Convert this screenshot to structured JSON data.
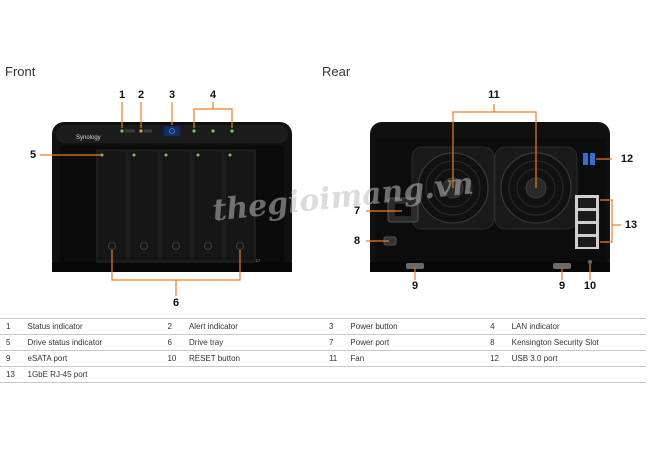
{
  "headings": {
    "front": "Front",
    "rear": "Rear"
  },
  "device": {
    "brand": "Synology",
    "model": "DX517"
  },
  "watermark": "thegioimang.vn",
  "callouts": {
    "n1": "1",
    "n2": "2",
    "n3": "3",
    "n4": "4",
    "n5": "5",
    "n6": "6",
    "n7": "7",
    "n8": "8",
    "n9a": "9",
    "n9b": "9",
    "n10": "10",
    "n11": "11",
    "n12": "12",
    "n13": "13"
  },
  "legend": [
    [
      {
        "n": "1",
        "t": "Status indicator"
      },
      {
        "n": "2",
        "t": "Alert indicator"
      },
      {
        "n": "3",
        "t": "Power button"
      },
      {
        "n": "4",
        "t": "LAN indicator"
      }
    ],
    [
      {
        "n": "5",
        "t": "Drive status indicator"
      },
      {
        "n": "6",
        "t": "Drive tray"
      },
      {
        "n": "7",
        "t": "Power port"
      },
      {
        "n": "8",
        "t": "Kensington Security Slot"
      }
    ],
    [
      {
        "n": "9",
        "t": "eSATA port"
      },
      {
        "n": "10",
        "t": "RESET button"
      },
      {
        "n": "11",
        "t": "Fan"
      },
      {
        "n": "12",
        "t": "USB 3.0 port"
      }
    ],
    [
      {
        "n": "13",
        "t": "1GbE RJ-45 port"
      },
      {
        "n": "",
        "t": ""
      },
      {
        "n": "",
        "t": ""
      },
      {
        "n": "",
        "t": ""
      }
    ]
  ],
  "colors": {
    "callout": "#f07c1f",
    "chassis": "#151515",
    "led": "#6bd14a",
    "usb": "#2f6fd6"
  }
}
